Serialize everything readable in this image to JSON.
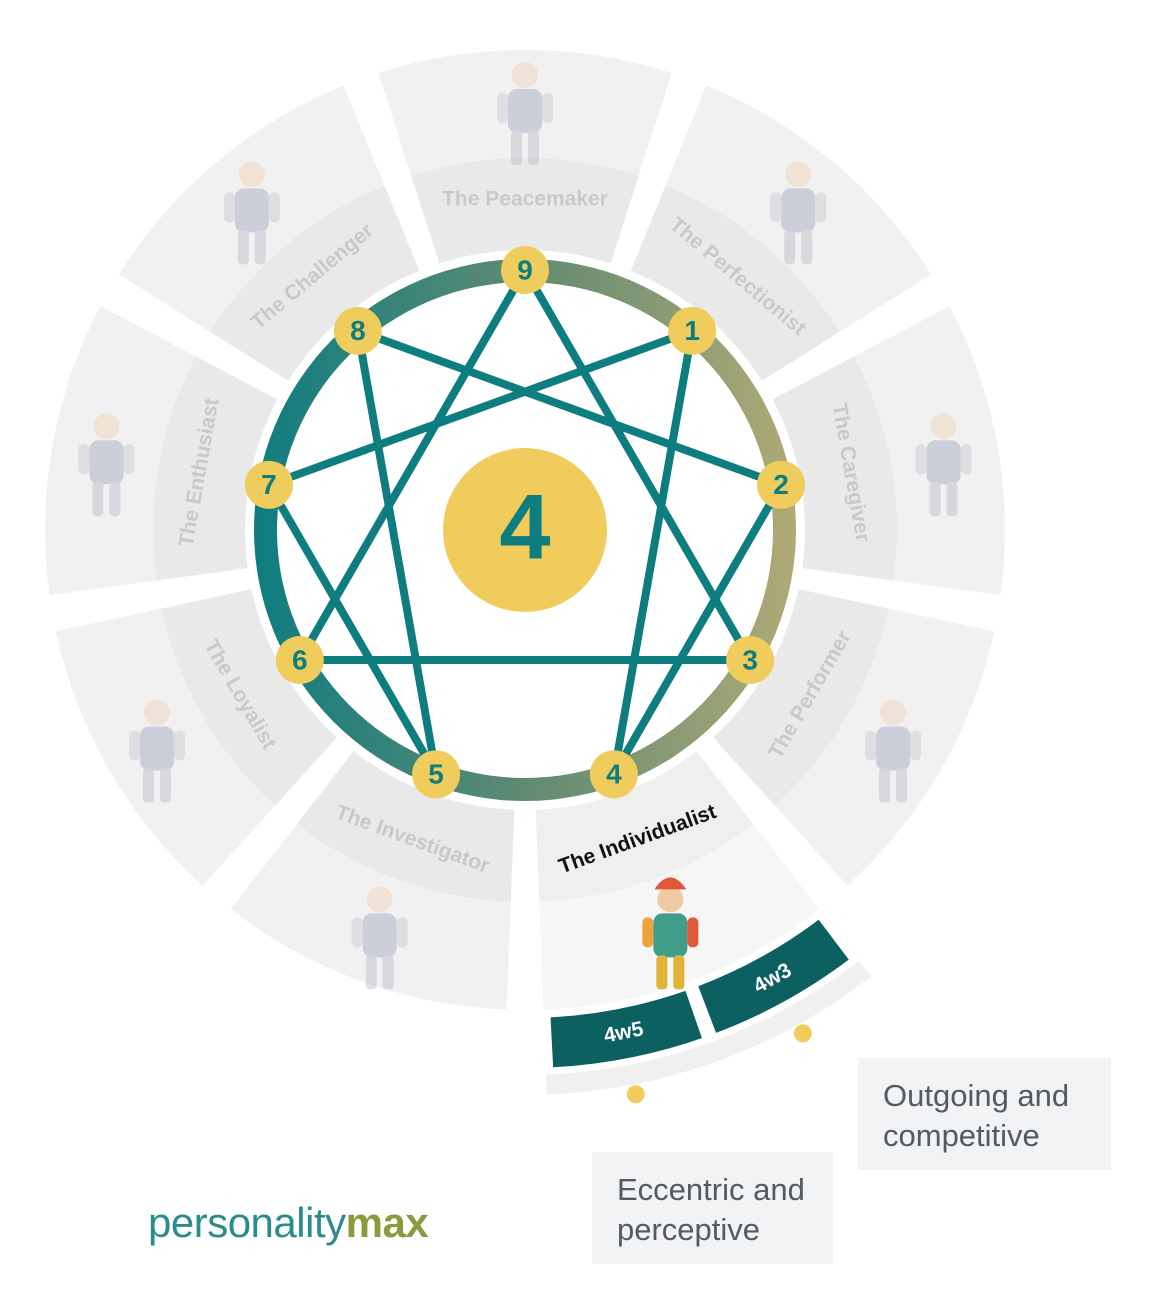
{
  "diagram": {
    "center_number": "4",
    "points": [
      "1",
      "2",
      "3",
      "4",
      "5",
      "6",
      "7",
      "8",
      "9"
    ],
    "type_labels": [
      {
        "number": "9",
        "label": "The Peacemaker"
      },
      {
        "number": "1",
        "label": "The Perfectionist"
      },
      {
        "number": "2",
        "label": "The Caregiver"
      },
      {
        "number": "3",
        "label": "The Performer"
      },
      {
        "number": "4",
        "label": "The Individualist"
      },
      {
        "number": "5",
        "label": "The Investigator"
      },
      {
        "number": "6",
        "label": "The Loyalist"
      },
      {
        "number": "7",
        "label": "The Enthusiast"
      },
      {
        "number": "8",
        "label": "The Challenger"
      }
    ],
    "selected_type": "4",
    "wings": [
      {
        "label": "4w5",
        "description": "Eccentric and perceptive"
      },
      {
        "label": "4w3",
        "description": "Outgoing and competitive"
      }
    ],
    "illustrations": [
      {
        "type": "9",
        "icon": "meditating-person-icon"
      },
      {
        "type": "1",
        "icon": "businessman-icon"
      },
      {
        "type": "2",
        "icon": "nurse-icon"
      },
      {
        "type": "3",
        "icon": "magician-icon"
      },
      {
        "type": "4",
        "icon": "jester-icon"
      },
      {
        "type": "5",
        "icon": "detective-icon"
      },
      {
        "type": "6",
        "icon": "cheering-fan-icon"
      },
      {
        "type": "7",
        "icon": "cheerleader-icon"
      },
      {
        "type": "8",
        "icon": "boxer-icon"
      }
    ]
  },
  "wing_descriptions": {
    "w3_line1": "Outgoing and",
    "w3_line2": "competitive",
    "w5_line1": "Eccentric and",
    "w5_line2": "perceptive"
  },
  "brand": {
    "light": "personality",
    "bold": "max"
  },
  "colors": {
    "teal": "#0e7d80",
    "dark_teal": "#0d6060",
    "olive": "#a9a476",
    "yellow": "#f0cc5c",
    "inactive_sector": "#f1f1f1",
    "inactive_label_band": "#e9e9e9",
    "inactive_text": "#c9c9c9",
    "brand_teal": "#2b8d8b",
    "brand_olive": "#8a9a3c",
    "description_box": "#f2f3f5"
  }
}
